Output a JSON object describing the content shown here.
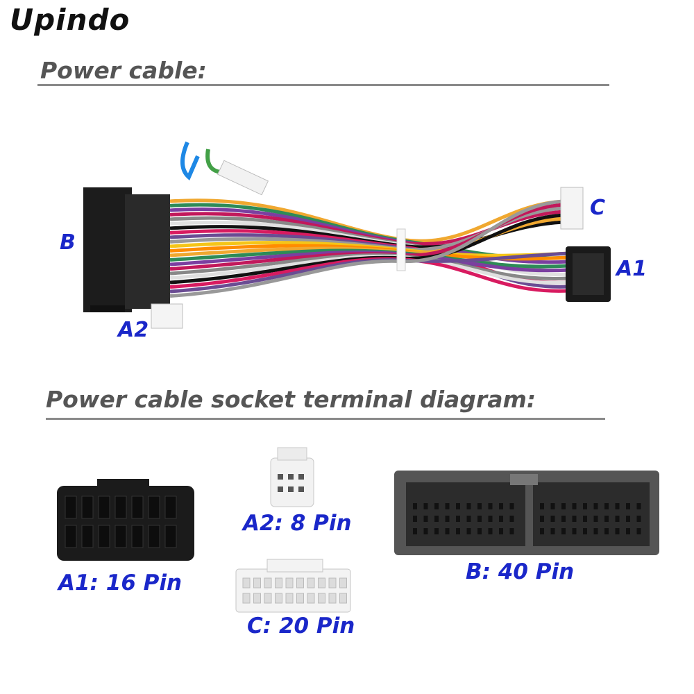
{
  "brand": "Upindo",
  "section1": {
    "heading": "Power cable:"
  },
  "section2": {
    "heading": "Power cable socket terminal diagram:"
  },
  "harness_labels": {
    "b": "B",
    "c": "C",
    "a1": "A1",
    "a2": "A2"
  },
  "connectors": {
    "a1": "A1: 16 Pin",
    "a2": "A2: 8 Pin",
    "b": "B: 40 Pin",
    "c": "C: 20 Pin"
  },
  "colors": {
    "label_blue": "#1a27c9",
    "heading_gray": "#555555"
  },
  "wire_colors": [
    "#f0a830",
    "#2e8b57",
    "#7b3fa0",
    "#c2185b",
    "#888888",
    "#e0e0e0",
    "#111111",
    "#d81b60",
    "#6a4c93",
    "#999999",
    "#f5c518",
    "#ff8c00"
  ]
}
